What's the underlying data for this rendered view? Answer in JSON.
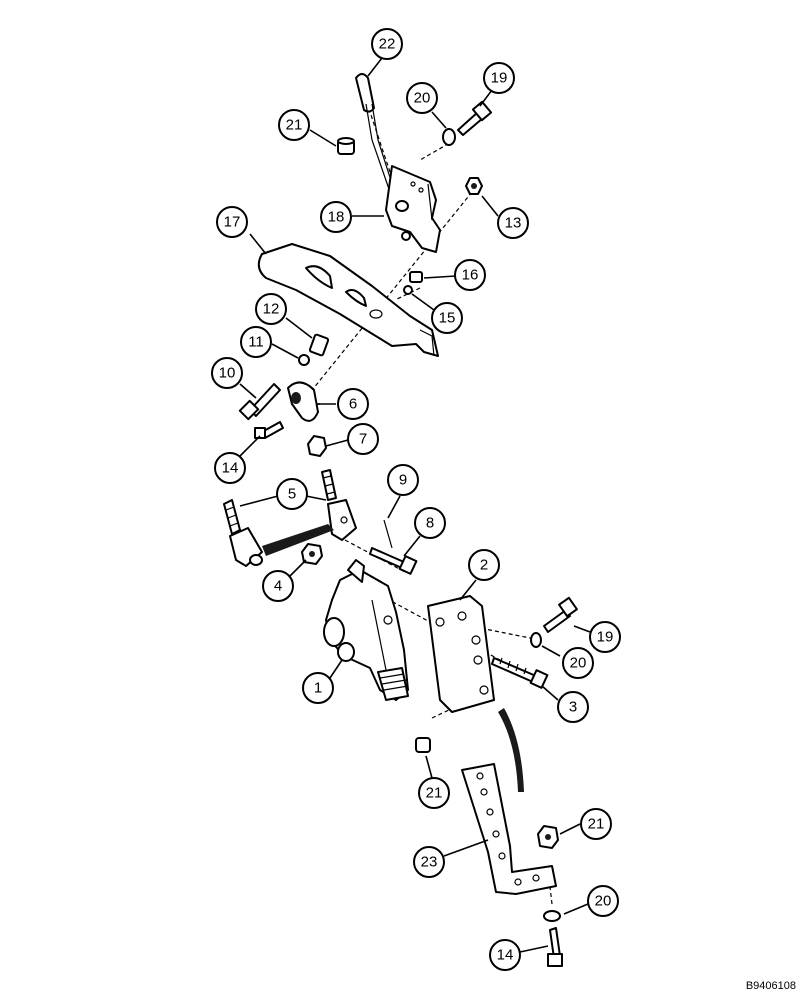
{
  "figure": {
    "code": "B9406108"
  },
  "callouts": [
    "22",
    "19",
    "20",
    "21",
    "18",
    "13",
    "17",
    "16",
    "15",
    "12",
    "11",
    "10",
    "6",
    "7",
    "14",
    "9",
    "5",
    "8",
    "4",
    "2",
    "1",
    "3",
    "19",
    "20",
    "21",
    "21",
    "23",
    "20",
    "14"
  ],
  "colors": {
    "line": "#000000",
    "background": "#ffffff"
  }
}
